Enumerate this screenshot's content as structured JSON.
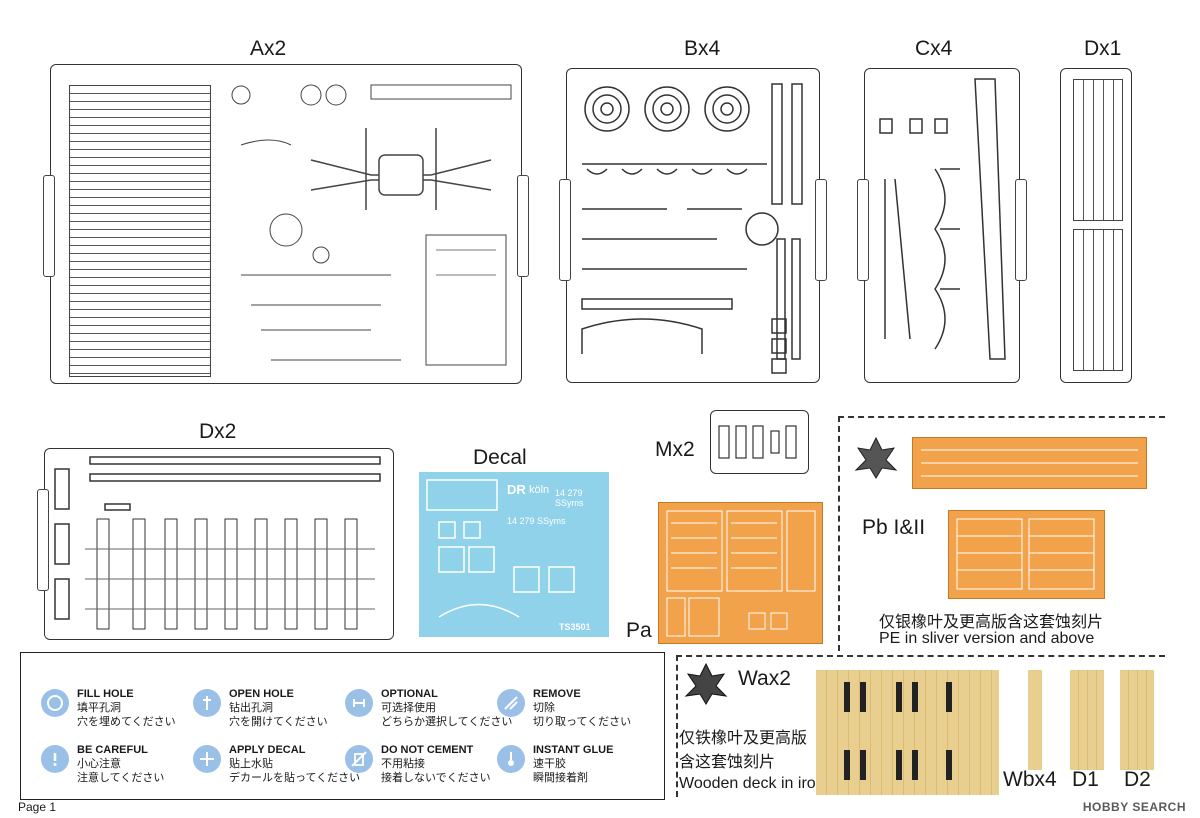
{
  "sprues": {
    "a": "Ax2",
    "b": "Bx4",
    "c": "Cx4",
    "d1": "Dx1",
    "d2": "Dx2",
    "decal": "Decal",
    "m": "Mx2"
  },
  "pe": {
    "pb": "Pb I&II",
    "pa": "Pa",
    "note_cn": "仅银橡叶及更高版含这套蚀刻片",
    "note_en": "PE in sliver version and above"
  },
  "wood": {
    "wa": "Wax2",
    "note_cn_1": "仅铁橡叶及更高版",
    "note_cn_2": "含这套蚀刻片",
    "note_en": "Wooden deck in iron version and above",
    "wb": "Wbx4",
    "d1": "D1",
    "d2": "D2"
  },
  "legend": [
    {
      "title": "FILL HOLE",
      "cn": "填平孔洞",
      "jp": "穴を埋めてください",
      "icon": "fill-hole-icon"
    },
    {
      "title": "OPEN HOLE",
      "cn": "钻出孔洞",
      "jp": "穴を開けてください",
      "icon": "open-hole-icon"
    },
    {
      "title": "OPTIONAL",
      "cn": "可选择使用",
      "jp": "どちらか選択してください",
      "icon": "optional-icon"
    },
    {
      "title": "REMOVE",
      "cn": "切除",
      "jp": "切り取ってください",
      "icon": "remove-icon"
    },
    {
      "title": "BE CAREFUL",
      "cn": "小心注意",
      "jp": "注意してください",
      "icon": "careful-icon"
    },
    {
      "title": "APPLY DECAL",
      "cn": "贴上水贴",
      "jp": "デカールを貼ってください",
      "icon": "decal-icon"
    },
    {
      "title": "DO NOT CEMENT",
      "cn": "不用粘接",
      "jp": "接着しないでください",
      "icon": "no-cement-icon"
    },
    {
      "title": "INSTANT GLUE",
      "cn": "速干胶",
      "jp": "瞬間接着剤",
      "icon": "glue-icon"
    }
  ],
  "decal_sheet": {
    "code_dr": "DR",
    "city": "köln",
    "number_1": "14 279 SSyms",
    "number_2": "14 279 SSyms",
    "footer": "TS3501"
  },
  "footer": {
    "page": "Page 1"
  },
  "watermark": "HOBBY SEARCH",
  "colors": {
    "pe": "#f2a24a",
    "wood": "#e9cf8f",
    "decal": "#8fd2ea",
    "icon": "#9bc0e8"
  }
}
